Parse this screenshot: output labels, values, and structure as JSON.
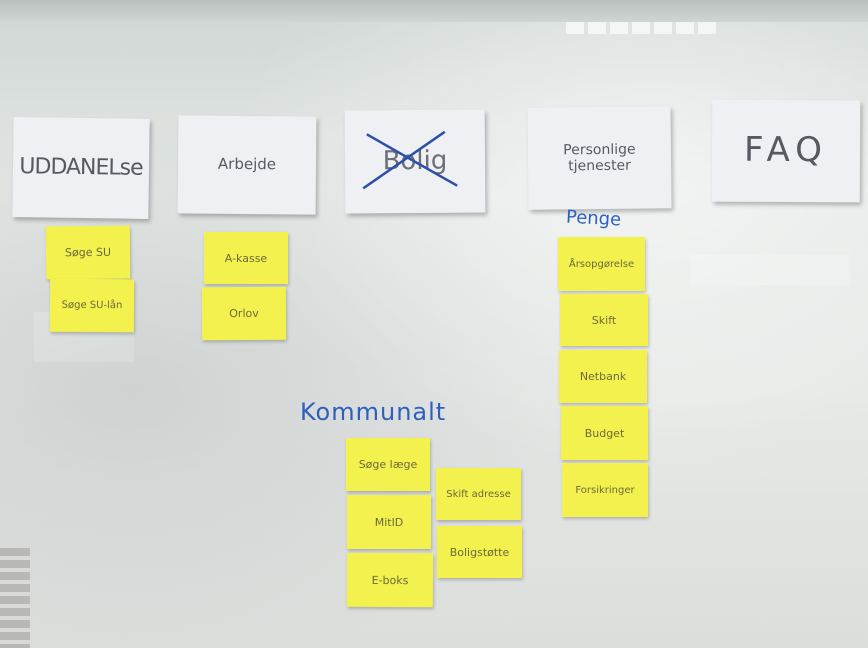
{
  "categories": [
    {
      "title": "UDDANELse",
      "crossed": false
    },
    {
      "title": "Arbejde",
      "crossed": false
    },
    {
      "title": "Bolig",
      "crossed": true
    },
    {
      "title": "Personlige tjenester",
      "crossed": false
    },
    {
      "title": "FAQ",
      "crossed": false
    }
  ],
  "uddannelse_notes": [
    "Søge SU",
    "Søge SU-lån"
  ],
  "arbejde_notes": [
    "A-kasse",
    "Orlov"
  ],
  "penge": {
    "label": "Penge",
    "notes": [
      "Årsopgørelse",
      "Skift",
      "Netbank",
      "Budget",
      "Forsikringer"
    ]
  },
  "kommunalt": {
    "label": "Kommunalt",
    "notes_left": [
      "Søge læge",
      "MitID",
      "E-boks"
    ],
    "notes_right": [
      "Skift adresse",
      "Boligstøtte"
    ]
  },
  "colors": {
    "sticky": "#f2f14e",
    "marker_blue": "#2e5fc0",
    "paper": "#eef0f3"
  }
}
